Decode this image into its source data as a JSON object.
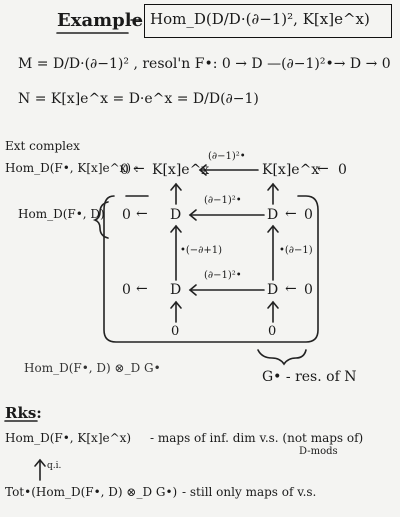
{
  "title": {
    "label": "Example",
    "boxed_expr": "Hom_D(D/D·(∂−1)², K[x]e^x)"
  },
  "defs": {
    "M_line": "M = D/D·(∂−1)² , resol'n F•: 0 → D —(∂−1)²•→ D → 0",
    "N_line": "N = K[x]e^x = D·e^x = D/D(∂−1)"
  },
  "ext": {
    "header": "Ext complex",
    "hom_label": "Hom_D(F•, K[x]e^x) :",
    "top_row": {
      "left_zero": "0",
      "left_arrow": "←",
      "left_term": "K[x]e^x",
      "map": "(∂−1)²•",
      "right_term": "K[x]e^x",
      "right_arrow": "←",
      "right_zero": "0"
    },
    "hom_FD_label": "Hom_D(F•, D)",
    "grid": {
      "row1": {
        "zero_l": "0",
        "D_l": "D",
        "map": "(∂−1)²•",
        "D_r": "D",
        "zero_r": "0"
      },
      "vmap_left": "•(−∂+1)",
      "vmap_right": "•(∂−1)",
      "row2": {
        "zero_l": "0",
        "D_l": "D",
        "map": "(∂−1)²•",
        "D_r": "D",
        "zero_r": "0"
      },
      "bottom_zero_l": "0",
      "bottom_zero_r": "0"
    },
    "tensor_label": "Hom_D(F•, D) ⊗_D G•",
    "G_label": "G• - res. of N"
  },
  "rks": {
    "header": "Rks:",
    "line1_lhs": "Hom_D(F•, K[x]e^x)",
    "line1_rhs": "- maps of inf. dim v.s. (not maps of)",
    "line1_sub": "D-mods",
    "qi": "q.i.",
    "line2_lhs": "Tot•(Hom_D(F•, D) ⊗_D G•)",
    "line2_rhs": "- still only maps of v.s."
  }
}
